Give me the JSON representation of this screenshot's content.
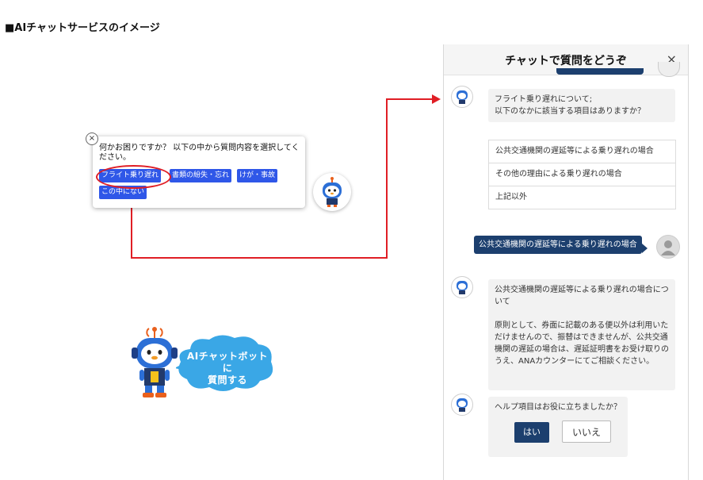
{
  "heading": "■AIチャットサービスのイメージ",
  "popup": {
    "close_icon": "×",
    "text": "何かお困りですか？ 以下の中から質問内容を選択してください。",
    "chips": [
      "フライト乗り遅れ",
      "書類の紛失・忘れ",
      "けが・事故",
      "この中にない"
    ]
  },
  "robot_callout": "AIチャットボットに\n質問する",
  "chat": {
    "title": "チャットで質問をどうぞ",
    "close_icon": "×",
    "bot_question": "フライト乗り遅れについて;\n以下のなかに該当する項目はありますか？",
    "options": [
      "公共交通機関の遅延等による乗り遅れの場合",
      "その他の理由による乗り遅れの場合",
      "上記以外"
    ],
    "user_message": "公共交通機関の遅延等による乗り遅れの場合",
    "bot_answer_title": "公共交通機関の遅延等による乗り遅れの場合について",
    "bot_answer_body": "原則として、券面に記載のある便以外は利用いただけませんので、振替はできませんが、公共交通機関の遅延の場合は、遅延証明書をお受け取りのうえ、ANAカウンターにてご相談ください。",
    "help_question": "ヘルプ項目はお役に立ちましたか？",
    "yes_label": "はい",
    "no_label": "いいえ"
  },
  "colors": {
    "accent_blue": "#2f57e8",
    "navy": "#1c3f6e",
    "arrow_red": "#e01e25",
    "cloud_blue": "#3aa7e6"
  }
}
